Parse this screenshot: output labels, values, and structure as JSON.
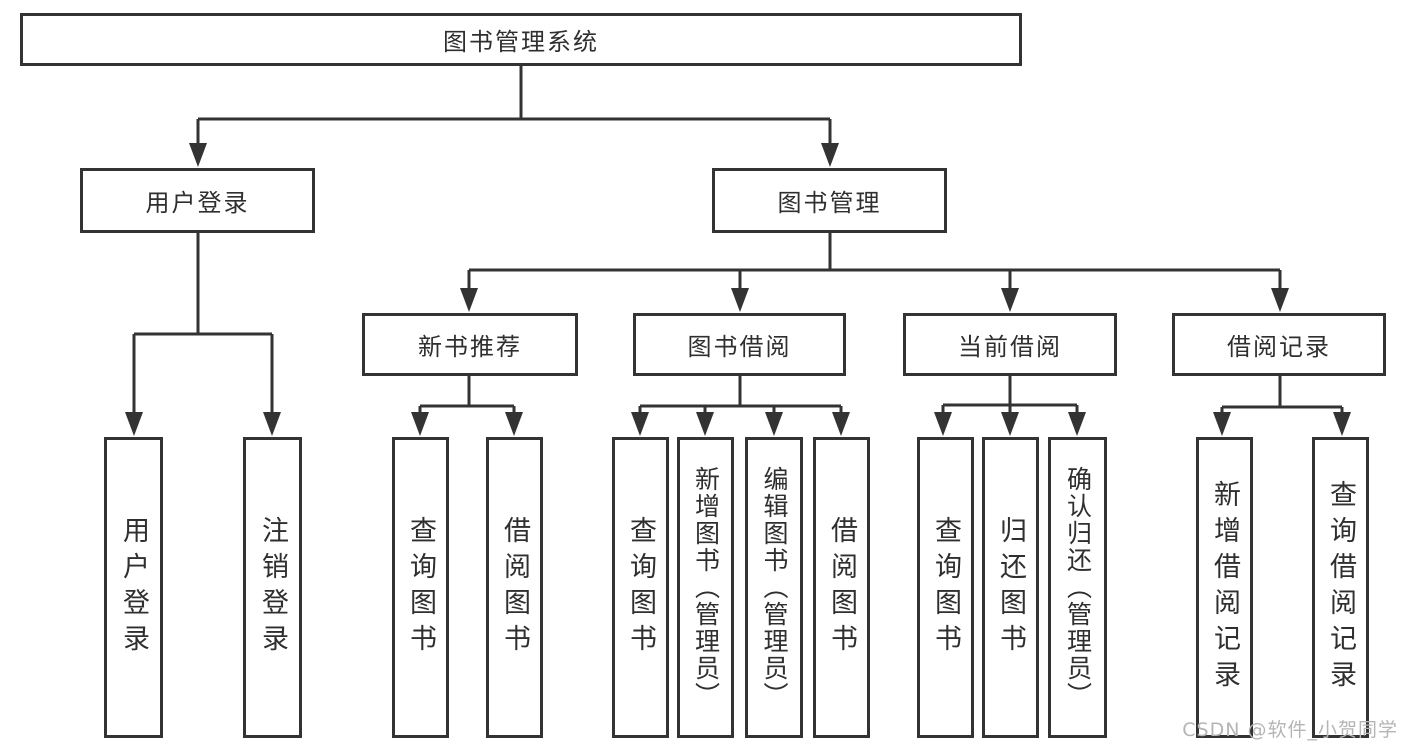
{
  "tree": {
    "root": {
      "label": "图书管理系统"
    },
    "children": [
      {
        "label": "用户登录",
        "children": [
          {
            "label": "用户登录"
          },
          {
            "label": "注销登录"
          }
        ]
      },
      {
        "label": "图书管理",
        "children": [
          {
            "label": "新书推荐",
            "children": [
              {
                "label": "查询图书"
              },
              {
                "label": "借阅图书"
              }
            ]
          },
          {
            "label": "图书借阅",
            "children": [
              {
                "label": "查询图书"
              },
              {
                "label": "新增图书（管理员）"
              },
              {
                "label": "编辑图书（管理员）"
              },
              {
                "label": "借阅图书"
              }
            ]
          },
          {
            "label": "当前借阅",
            "children": [
              {
                "label": "查询图书"
              },
              {
                "label": "归还图书"
              },
              {
                "label": "确认归还（管理员）"
              }
            ]
          },
          {
            "label": "借阅记录",
            "children": [
              {
                "label": "新增借阅记录"
              },
              {
                "label": "查询借阅记录"
              }
            ]
          }
        ]
      }
    ]
  },
  "watermark": {
    "text": "CSDN @软件_小贺同学"
  },
  "colors": {
    "line": "#333333",
    "text": "#2f2f2f",
    "background": "#ffffff",
    "watermark": "#b5b5b5"
  }
}
